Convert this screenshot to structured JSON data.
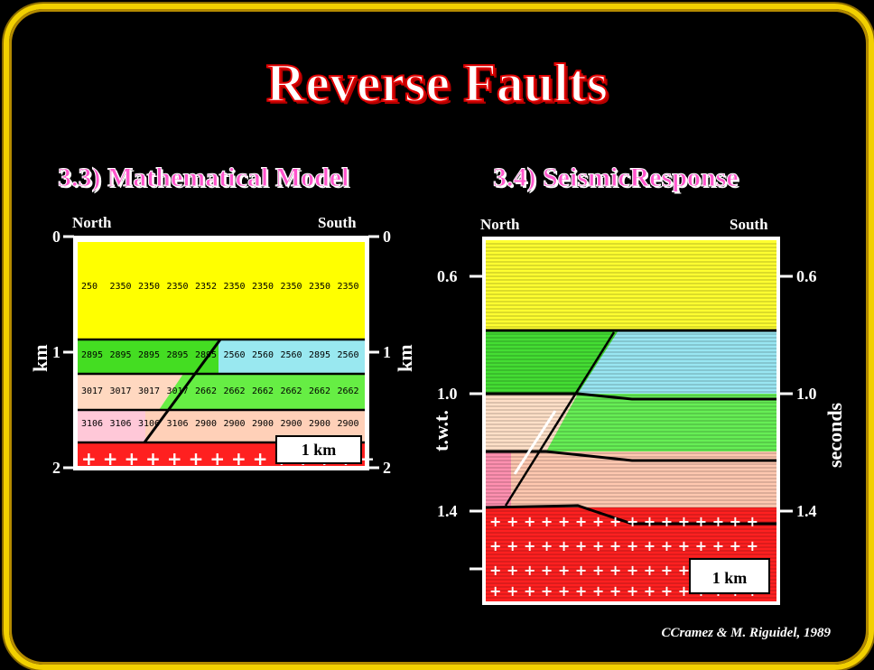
{
  "title": "Reverse Faults",
  "left_panel": {
    "heading": "3.3) Mathematical Model",
    "north": "North",
    "south": "South",
    "axis_unit": "km",
    "ticks": [
      "0",
      "1",
      "2"
    ],
    "scale_label": "1 km",
    "velocity_rows": [
      [
        "250",
        "2350",
        "2350",
        "2350",
        "2352",
        "2350",
        "2350",
        "2350",
        "2350",
        "2350"
      ],
      [
        "2895",
        "2895",
        "2895",
        "2895",
        "2895",
        "2560",
        "2560",
        "2560",
        "2895",
        "2560"
      ],
      [
        "3017",
        "3017",
        "3017",
        "3017",
        "2662",
        "2662",
        "2662",
        "2662",
        "2662",
        "2662"
      ],
      [
        "3106",
        "3106",
        "3106",
        "3106",
        "2900",
        "2900",
        "2900",
        "2900",
        "2900",
        "2900"
      ]
    ],
    "layer_colors": [
      "#ffff00",
      "#44dd22",
      "#88ddee",
      "#66ee44",
      "#ffd0b8",
      "#ff2020"
    ]
  },
  "right_panel": {
    "heading": "3.4) SeismicResponse",
    "north": "North",
    "south": "South",
    "left_axis": "t.w.t.",
    "right_axis": "seconds",
    "ticks": [
      "0.6",
      "1.0",
      "1.4"
    ],
    "scale_label": "1 km"
  },
  "credit": "CCramez & M. Riguidel, 1989"
}
